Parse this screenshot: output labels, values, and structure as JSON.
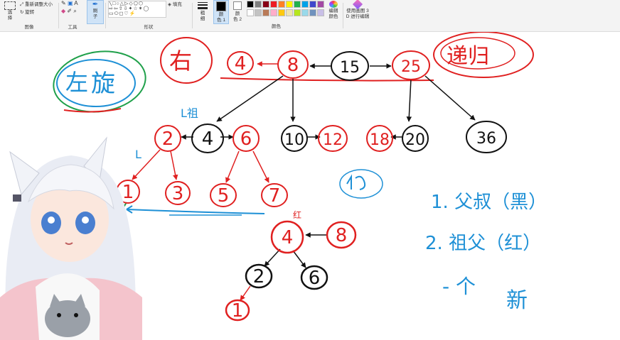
{
  "ribbon": {
    "image_group": {
      "label": "图像",
      "select_label": "选\n择",
      "resize_label": "重新调整大小",
      "rotate_label": "旋转"
    },
    "tools_group": {
      "label": "工具"
    },
    "brushes_label": "刷\n子",
    "shapes_group": {
      "label": "形状",
      "fill_label": "填充"
    },
    "size_label": "粗\n细",
    "color1_label": "颜\n色 1",
    "color2_label": "颜\n色 2",
    "colors_group": {
      "label": "颜色",
      "edit_label": "编辑\n颜色",
      "paint3d_label": "使用画图 3\nD 进行编辑"
    },
    "palette": [
      "#000000",
      "#7f7f7f",
      "#880015",
      "#ed1c24",
      "#ff7f27",
      "#fff200",
      "#22b14c",
      "#00a2e8",
      "#3f48cc",
      "#a349a4",
      "#ffffff",
      "#c3c3c3",
      "#b97a57",
      "#ffaec9",
      "#ffc90e",
      "#efe4b0",
      "#b5e61d",
      "#99d9ea",
      "#7092be",
      "#c8bfe7"
    ],
    "color1": "#000000",
    "color2": "#ffffff"
  },
  "notes": {
    "left_rb": "左",
    "left_rb_char": "旋",
    "right_rb": "右",
    "recursion": "递归",
    "grandparent": "L祖",
    "case_a": "",
    "rule1": "1. 父叔（黑）",
    "rule2": "2. 祖父（红）",
    "rule3": "- 个",
    "rule3b": "新",
    "red_mark": "红"
  },
  "tree_top": {
    "nodes": [
      {
        "label": "4",
        "color": "#e02020"
      },
      {
        "label": "8",
        "color": "#e02020"
      },
      {
        "label": "15",
        "color": "#111111"
      },
      {
        "label": "25",
        "color": "#e02020"
      }
    ]
  },
  "tree_mid": {
    "nodes": [
      {
        "label": "2",
        "color": "#e02020"
      },
      {
        "label": "4",
        "color": "#111111"
      },
      {
        "label": "6",
        "color": "#e02020"
      },
      {
        "label": "10",
        "color": "#111111"
      },
      {
        "label": "12",
        "color": "#e02020"
      },
      {
        "label": "18",
        "color": "#e02020"
      },
      {
        "label": "20",
        "color": "#111111"
      },
      {
        "label": "36",
        "color": "#111111"
      }
    ]
  },
  "tree_low": {
    "nodes": [
      {
        "label": "1",
        "color": "#e02020"
      },
      {
        "label": "3",
        "color": "#e02020"
      },
      {
        "label": "5",
        "color": "#e02020"
      },
      {
        "label": "7",
        "color": "#e02020"
      }
    ]
  },
  "sub_tree": {
    "nodes": [
      {
        "label": "4",
        "color": "#e02020"
      },
      {
        "label": "8",
        "color": "#e02020"
      },
      {
        "label": "2",
        "color": "#111111"
      },
      {
        "label": "6",
        "color": "#111111"
      },
      {
        "label": "1",
        "color": "#e02020"
      }
    ]
  },
  "avatar": {
    "hair": "#eef0f6",
    "eye": "#4a7fd0"
  }
}
